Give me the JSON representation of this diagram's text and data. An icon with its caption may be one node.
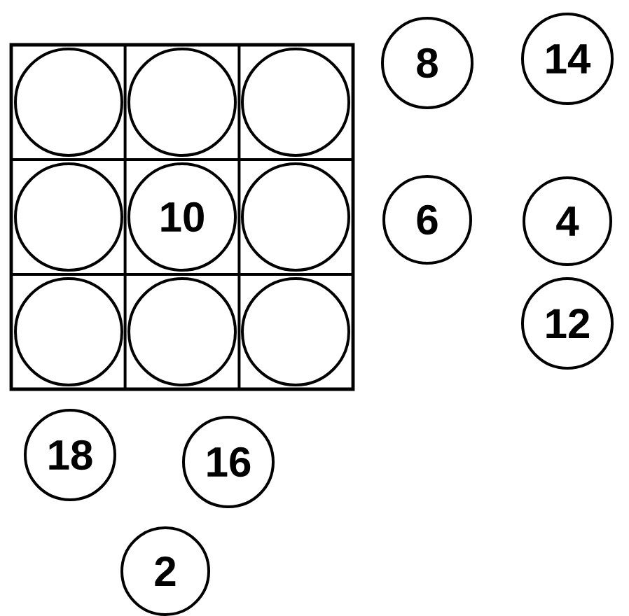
{
  "diagram": {
    "nodes": [
      {
        "text": [],
        "shape": "circle"
      },
      {
        "text": [],
        "shape": "circle"
      },
      {
        "text": [],
        "shape": "circle"
      },
      {
        "text": [],
        "shape": "circle"
      },
      {
        "text": [
          "10"
        ]
      },
      {
        "text": [],
        "shape": "circle"
      },
      {
        "text": [],
        "shape": "circle"
      },
      {
        "text": [],
        "shape": "circle"
      },
      {
        "text": [],
        "shape": "circle"
      },
      {
        "text": [
          "8"
        ]
      },
      {
        "text": [
          "14"
        ]
      },
      {
        "text": [
          "6"
        ]
      },
      {
        "text": [
          "4"
        ]
      },
      {
        "text": [
          "12"
        ]
      },
      {
        "text": [
          "18"
        ]
      },
      {
        "text": [
          "16"
        ]
      },
      {
        "text": [
          "2"
        ]
      }
    ]
  }
}
